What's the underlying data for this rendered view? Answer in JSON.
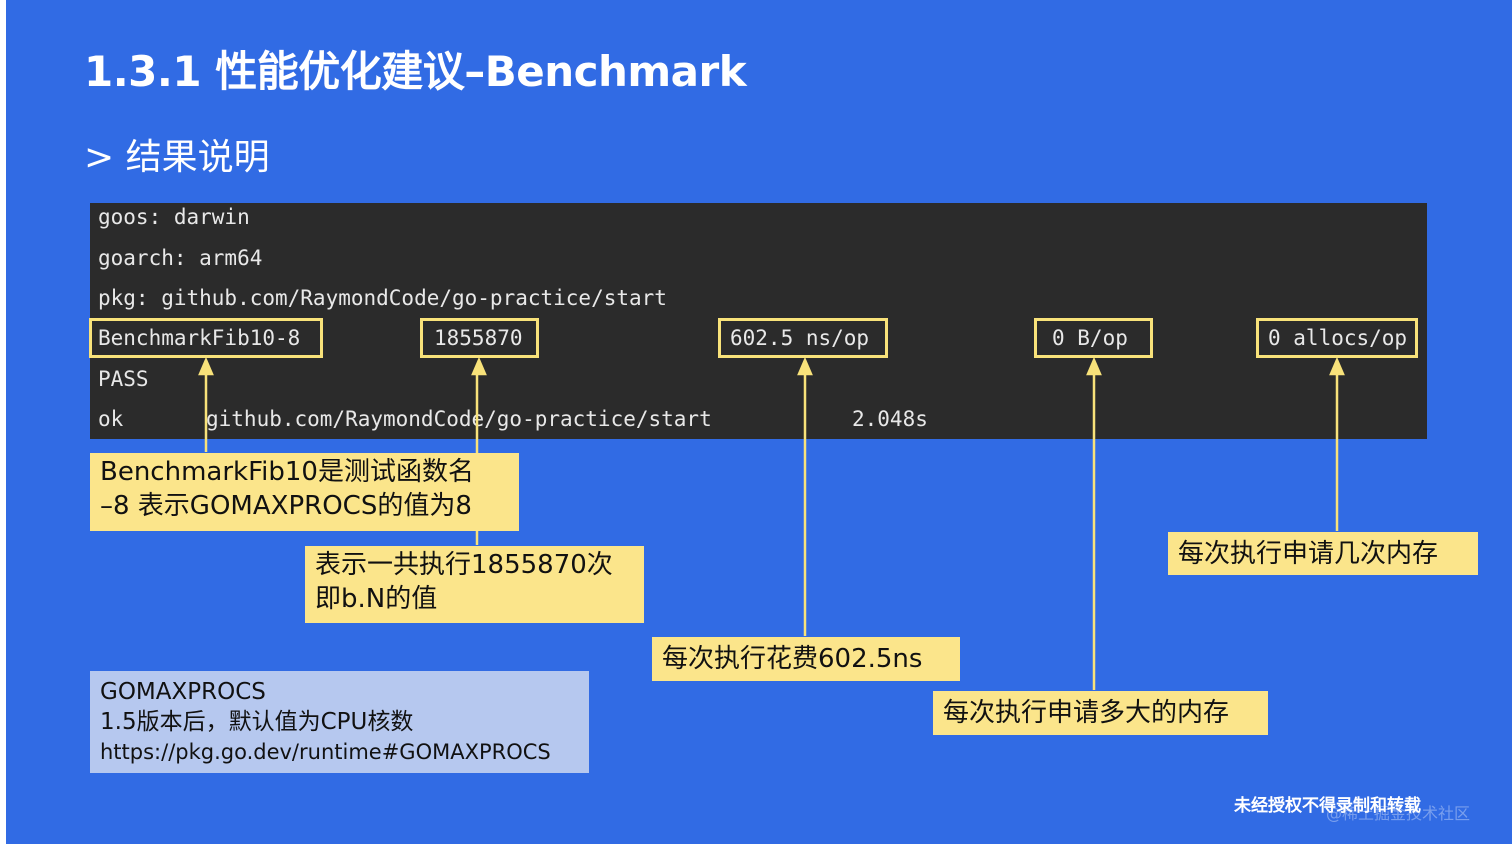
{
  "title": "1.3.1 性能优化建议–Benchmark",
  "subtitle": "> 结果说明",
  "terminal": {
    "goos": "goos: darwin",
    "goarch": "goarch: arm64",
    "pkg": "pkg: github.com/RaymondCode/go-practice/start",
    "bench_name": "BenchmarkFib10-8",
    "bench_n": "1855870",
    "bench_ns": "602.5 ns/op",
    "bench_bytes": "0 B/op",
    "bench_allocs": "0 allocs/op",
    "pass": "PASS",
    "ok_label": "ok",
    "ok_pkg": "github.com/RaymondCode/go-practice/start",
    "ok_time": "2.048s"
  },
  "callouts": {
    "name_line1": "BenchmarkFib10是测试函数名",
    "name_line2": "–8 表示GOMAXPROCS的值为8",
    "n_line1": "表示一共执行1855870次",
    "n_line2": "即b.N的值",
    "ns": "每次执行花费602.5ns",
    "bytes": "每次执行申请多大的内存",
    "allocs": "每次执行申请几次内存"
  },
  "note": {
    "line1": "GOMAXPROCS",
    "line2": "1.5版本后，默认值为CPU核数",
    "line3": "https://pkg.go.dev/runtime#GOMAXPROCS"
  },
  "footer": "未经授权不得录制和转载",
  "footer_watermark": "@稀土掘金技术社区",
  "colors": {
    "slide_bg": "#316be4",
    "terminal_bg": "#2b2b2b",
    "highlight": "#f8e27a",
    "callout_bg": "#fbe58b",
    "note_bg": "#b6c8ef"
  }
}
